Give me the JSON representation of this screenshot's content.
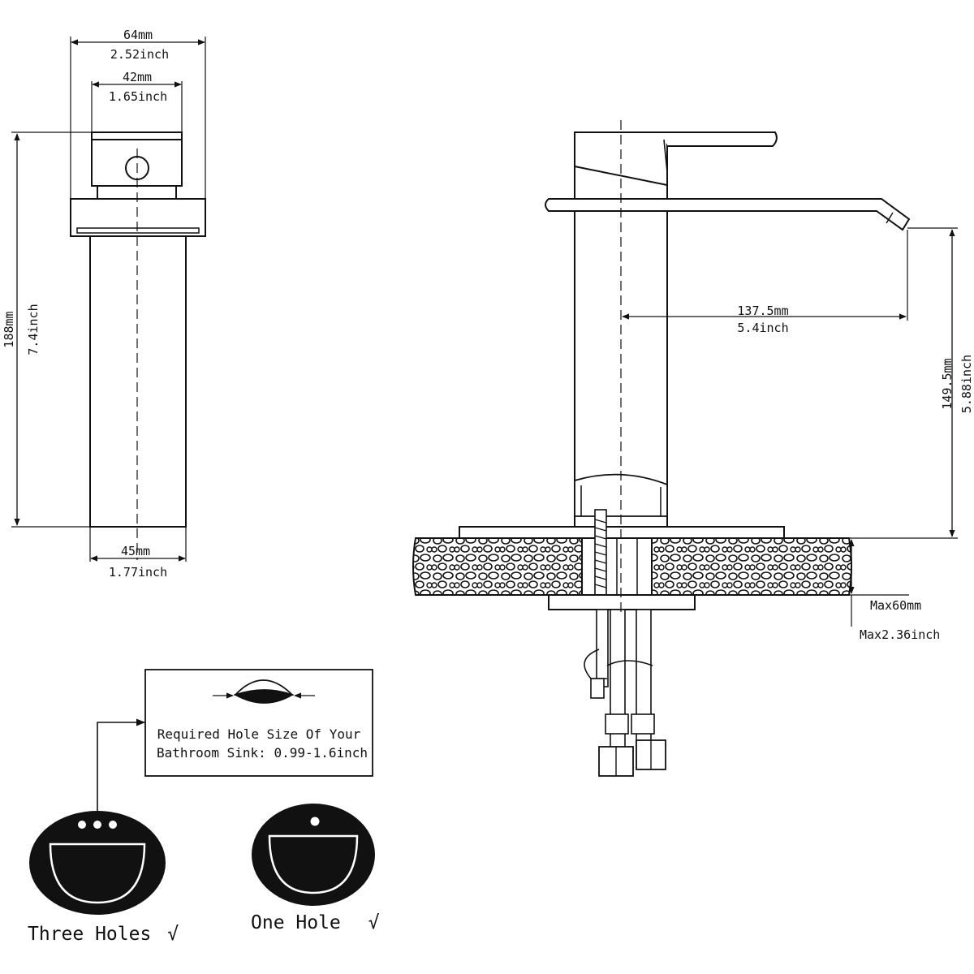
{
  "front_view": {
    "top_width_mm": "64mm",
    "top_width_in": "2.52inch",
    "handle_width_mm": "42mm",
    "handle_width_in": "1.65inch",
    "height_mm": "188mm",
    "height_in": "7.4inch",
    "base_width_mm": "45mm",
    "base_width_in": "1.77inch"
  },
  "side_view": {
    "spout_reach_mm": "137.5mm",
    "spout_reach_in": "5.4inch",
    "spout_height_mm": "149.5mm",
    "spout_height_in": "5.88inch",
    "deck_max_mm": "Max60mm",
    "deck_max_in": "Max2.36inch"
  },
  "hole_note": {
    "line1": "Required Hole Size Of Your",
    "line2": "Bathroom Sink: 0.99-1.6inch"
  },
  "sinks": {
    "three_holes_label": "Three Holes",
    "one_hole_label": "One Hole",
    "check_mark": "√"
  },
  "colors": {
    "ink": "#111111",
    "paper": "#ffffff"
  }
}
